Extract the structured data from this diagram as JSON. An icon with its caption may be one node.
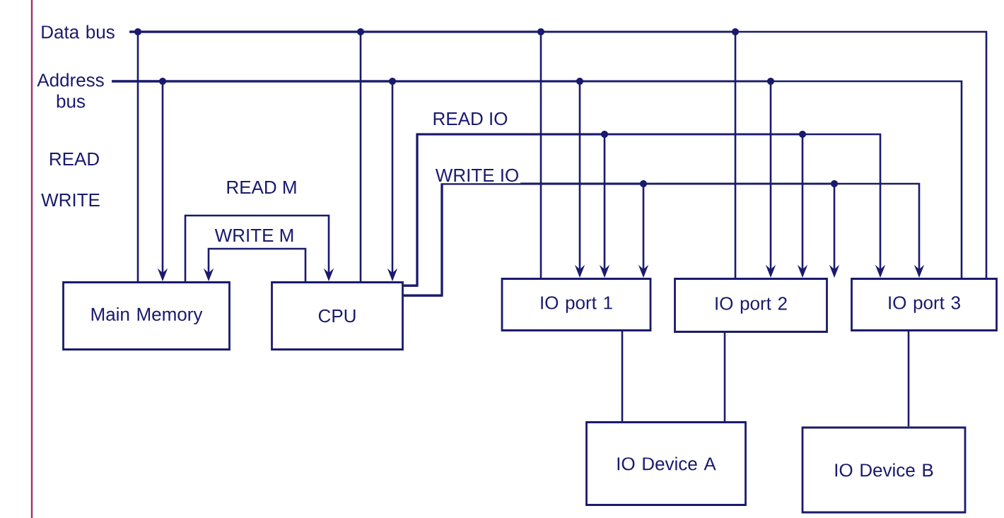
{
  "diagram": {
    "nodes": [
      {
        "text": [
          "Data bus"
        ]
      },
      {
        "text": [
          "Address bus"
        ]
      },
      {
        "text": [
          "Main Memory"
        ]
      },
      {
        "text": [
          "CPU"
        ]
      },
      {
        "text": [
          "IO port 1"
        ]
      },
      {
        "text": [
          "IO port 2"
        ]
      },
      {
        "text": [
          "IO port 3"
        ]
      },
      {
        "text": [
          "IO Device A"
        ]
      },
      {
        "text": [
          "IO Device B"
        ]
      }
    ],
    "edges": [
      {
        "from": 0,
        "to": 2,
        "arrow": "none"
      },
      {
        "from": 0,
        "to": 3,
        "arrow": "none"
      },
      {
        "from": 0,
        "to": 4,
        "arrow": "none"
      },
      {
        "from": 0,
        "to": 5,
        "arrow": "none"
      },
      {
        "from": 0,
        "to": 6,
        "arrow": "none"
      },
      {
        "from": 1,
        "to": 2,
        "arrow": "to"
      },
      {
        "from": 1,
        "to": 3,
        "arrow": "to"
      },
      {
        "from": 1,
        "to": 4,
        "arrow": "to"
      },
      {
        "from": 1,
        "to": 5,
        "arrow": "to"
      },
      {
        "from": 1,
        "to": 6,
        "arrow": "none"
      },
      {
        "from": 2,
        "to": 3,
        "arrow": "to",
        "label": "READ M"
      },
      {
        "from": 3,
        "to": 2,
        "arrow": "to",
        "label": "WRITE M"
      },
      {
        "from": 3,
        "to": 4,
        "arrow": "to",
        "label": "READ IO"
      },
      {
        "from": 3,
        "to": 5,
        "arrow": "to"
      },
      {
        "from": 3,
        "to": 6,
        "arrow": "to"
      },
      {
        "from": 3,
        "to": 4,
        "arrow": "to",
        "label": "WRITE IO"
      },
      {
        "from": 3,
        "to": 5,
        "arrow": "to"
      },
      {
        "from": 3,
        "to": 6,
        "arrow": "to"
      },
      {
        "from": 4,
        "to": 7,
        "arrow": "none"
      },
      {
        "from": 5,
        "to": 7,
        "arrow": "none"
      },
      {
        "from": 6,
        "to": 8,
        "arrow": "none"
      }
    ],
    "labels": [
      "READ",
      "WRITE"
    ]
  }
}
